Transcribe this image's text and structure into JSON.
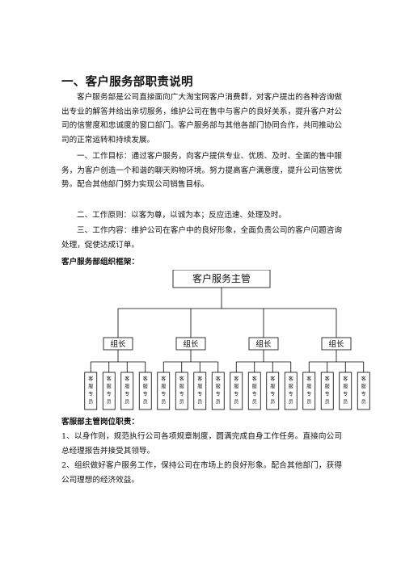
{
  "section": {
    "title": "一、客户服务部职责说明"
  },
  "paragraphs": [
    "客户服务部是公司直接面向广大淘宝网客户消费群，对客户提出的各种咨询做出专业的解答并给出亲切服务，维护公司在售中与客户的良好关系，提升客户对公司的信誉度和忠诚度的窗口部门。客户服务部与其他各部门协同合作，共同推动公司的正常运转和持续发展。",
    "一、工作目标：通过客户服务，向客户提供专业、优质、及时、全面的售中服务，为客户创造一个和谐的聊天购物环境。努力提高客户满意度，提升公司信誉优势。配合其他部门努力实现公司销售目标。",
    "二、工作原则：以客为尊，以诚为本；反应迅速、处理及时。",
    "三、工作内容：维护公司在客户中的良好形象，全面负责公司的客户问题咨询处理，促使达成订单。"
  ],
  "org_chart_label": "客户服务部组织框架：",
  "org_chart": {
    "top": "客户服务主管",
    "groups": [
      {
        "label": "组长",
        "members": [
          "客服专员",
          "客服专员",
          "客服专员",
          "客服专员"
        ]
      },
      {
        "label": "组长",
        "members": [
          "客服专员",
          "客服专员",
          "客服专员",
          "客服专员"
        ]
      },
      {
        "label": "组长",
        "members": [
          "客服专员",
          "客服专员",
          "客服专员",
          "客服专员"
        ]
      },
      {
        "label": "组长",
        "members": [
          "客服专员",
          "客服专员",
          "客服专员",
          "客服专员"
        ]
      }
    ]
  },
  "duties_label": "客服部主管岗位职责：",
  "duties": [
    "1、以身作则，规范执行公司各项规章制度，圆满完成自身工作任务。直接向公司总经理报告并接受其领导。",
    "2、组织做好客户服务工作，保持公司在市场上的良好形象。配合其他部门，获得公司理想的经济效益。"
  ],
  "colors": {
    "box_fill": "#ffffff",
    "box_stroke": "#000000",
    "text": "#111111"
  }
}
